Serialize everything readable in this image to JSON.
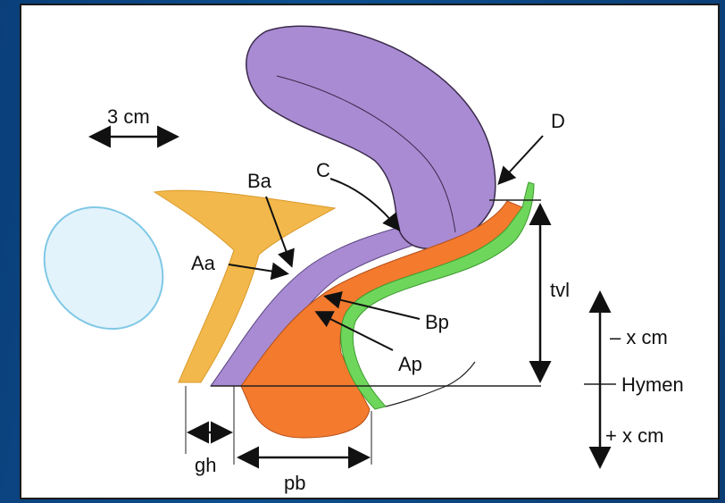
{
  "labels": {
    "scale": "3 cm",
    "Ba": "Ba",
    "Aa": "Aa",
    "C": "C",
    "D": "D",
    "Bp": "Bp",
    "Ap": "Ap",
    "tvl": "tvl",
    "minus_x": "– x cm",
    "hymen": "Hymen",
    "plus_x": "+ x cm",
    "gh": "gh",
    "pb": "pb"
  },
  "colors": {
    "uterus": "#a98bd3",
    "anterior_wall": "#a98bd3",
    "posterior_wall": "#f47a2e",
    "rectum_wall": "#6fd65c",
    "pubic_bone": "#f2b84b",
    "bladder": "#e3f3fb",
    "bladder_outline": "#7fc8e6",
    "outline": "#3a2a4a",
    "text": "#111111"
  }
}
